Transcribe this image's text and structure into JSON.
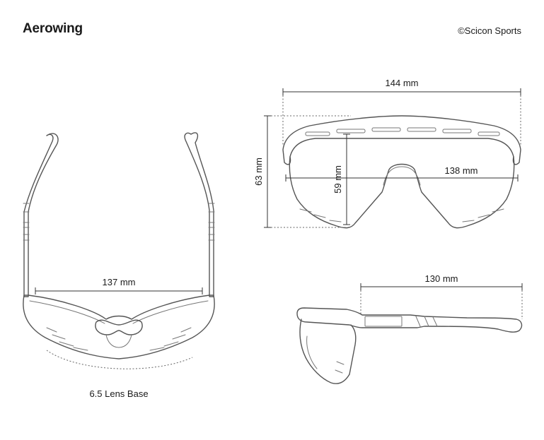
{
  "header": {
    "title": "Aerowing",
    "copyright": "©Scicon Sports"
  },
  "views": {
    "top": {
      "width_label": "137 mm",
      "lens_base_label": "6.5 Lens Base"
    },
    "front": {
      "total_width_label": "144 mm",
      "total_height_label": "63 mm",
      "lens_height_label": "59 mm",
      "lens_width_label": "138 mm"
    },
    "side": {
      "temple_length_label": "130 mm"
    }
  }
}
